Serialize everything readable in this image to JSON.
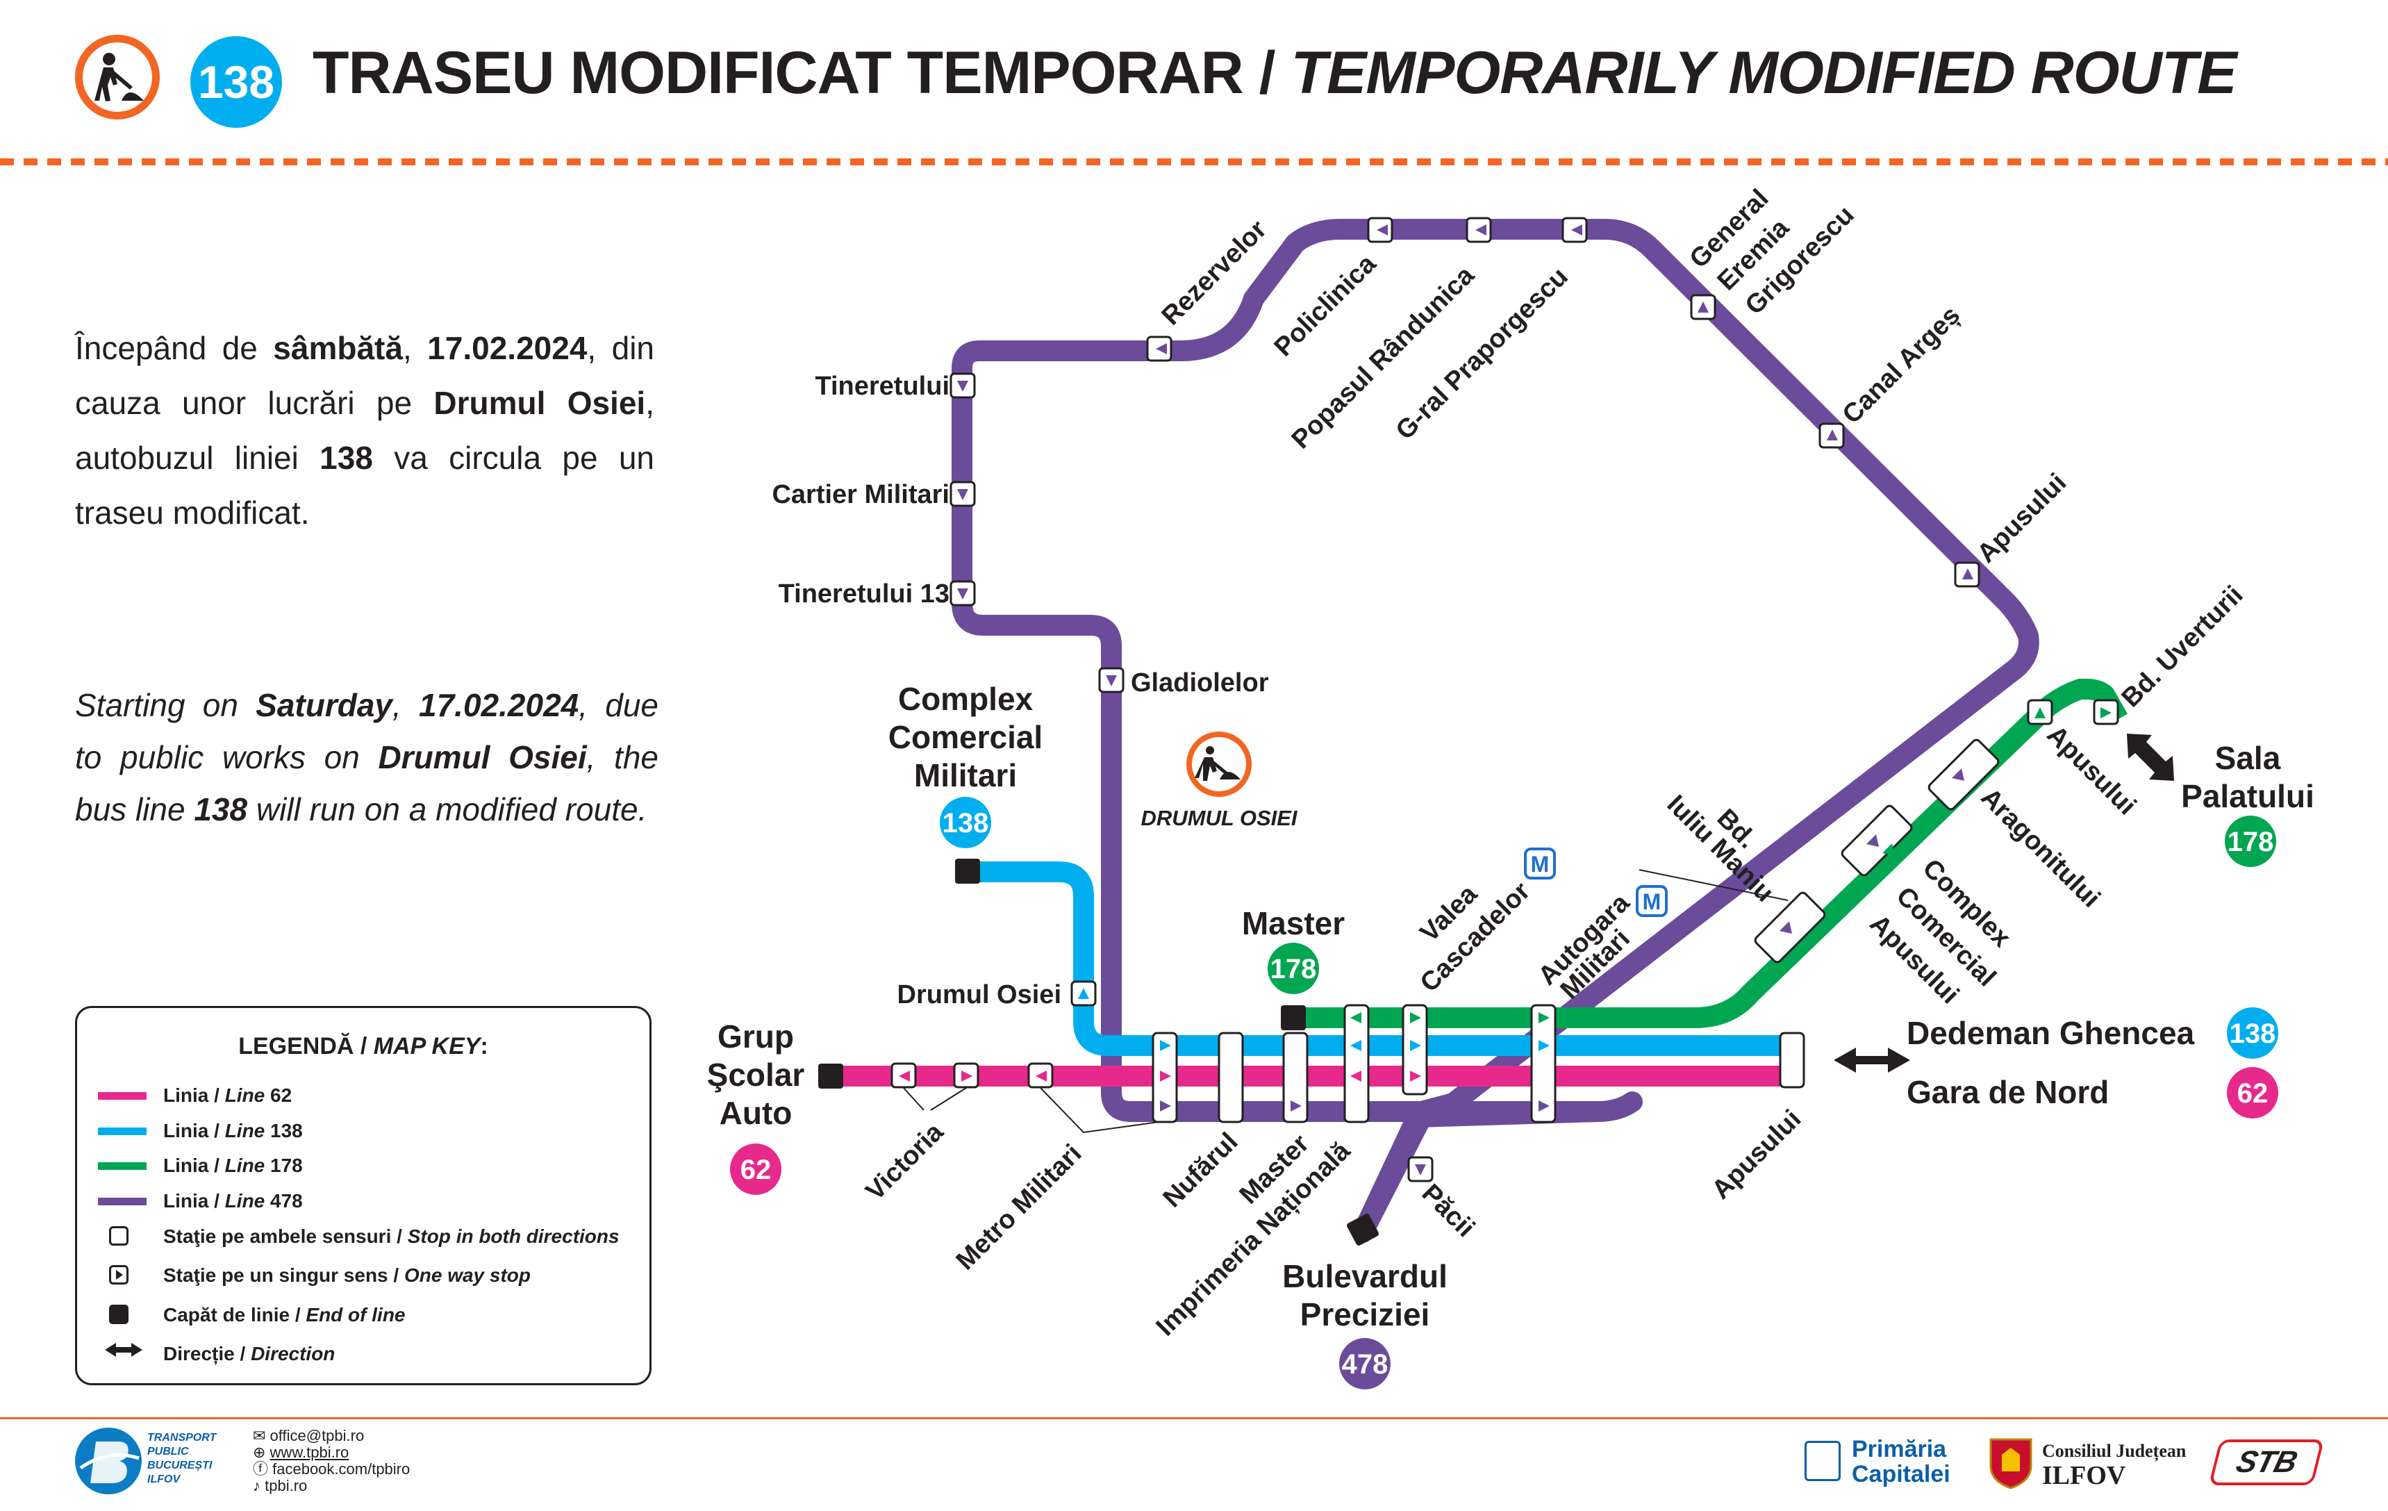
{
  "header": {
    "route_number": "138",
    "title_ro": "TRASEU MODIFICAT TEMPORAR / ",
    "title_en": "TEMPORARILY MODIFIED ROUTE"
  },
  "notice_ro": {
    "p1": "Începând de ",
    "b1": "sâmbătă",
    "p2": ", ",
    "b2": "17.02.2024",
    "p3": ", din cauza unor lucrări pe ",
    "b3": "Drumul Osiei",
    "p4": ", autobuzul liniei ",
    "b4": "138",
    "p5": " va circula pe un traseu modificat."
  },
  "notice_en": {
    "p1": "Starting on ",
    "b1": "Saturday",
    "p2": ", ",
    "b2": "17.02.2024",
    "p3": ", due to public works on ",
    "b3": "Drumul Osiei",
    "p4": ", the bus line ",
    "b4": "138",
    "p5": " will run on a modified route."
  },
  "colors": {
    "line62": "#e8298c",
    "line138": "#00aeef",
    "line178": "#00a651",
    "line478": "#6b4c9a",
    "accent_orange": "#f26522",
    "text": "#231f20"
  },
  "map": {
    "stops": {
      "rezervelor": "Rezervelor",
      "policlinica": "Policlinica",
      "popasul": "Popasul Rândunica",
      "graprop": "G-ral Praporgescu",
      "general_line1": "General",
      "general_line2": "Eremia",
      "general_line3": "Grigorescu",
      "canal": "Canal Argeș",
      "apusului_top": "Apusului",
      "tineretului": "Tineretului",
      "cartier": "Cartier Militari",
      "tineretului13": "Tineretului 13",
      "gladiolelor": "Gladiolelor",
      "drumul_osiei": "Drumul Osiei",
      "works_label": "DRUMUL OSIEI",
      "bd_uverturii": "Bd. Uverturii",
      "apusului_diag": "Apusului",
      "aragonitului": "Aragonitului",
      "complex_ap_1": "Complex",
      "complex_ap_2": "Comercial",
      "complex_ap_3": "Apusului",
      "bd_iuliu_1": "Bd.",
      "bd_iuliu_2": "Iuliu Maniu",
      "valea_1": "Valea",
      "valea_2": "Cascadelor",
      "autogara_1": "Autogara",
      "autogara_2": "Militari",
      "victoria": "Victoria",
      "metro_militari": "Metro Militari",
      "nufarul": "Nufărul",
      "master_stop": "Master",
      "imprimeria": "Imprimeria Națională",
      "pacii": "Păcii",
      "apusului_bottom": "Apusului"
    },
    "terminals": {
      "complex_1": "Complex",
      "complex_2": "Comercial",
      "complex_3": "Militari",
      "complex_line": "138",
      "master": "Master",
      "master_line": "178",
      "grup_1": "Grup",
      "grup_2": "Şcolar",
      "grup_3": "Auto",
      "grup_line": "62",
      "bulevardul_1": "Bulevardul",
      "bulevardul_2": "Preciziei",
      "bulevardul_line": "478",
      "dedeman": "Dedeman Ghencea",
      "dedeman_line": "138",
      "gara": "Gara de Nord",
      "gara_line": "62",
      "sala_1": "Sala",
      "sala_2": "Palatului",
      "sala_line": "178"
    },
    "metro_badge": "M"
  },
  "legend": {
    "title_ro": "LEGENDĂ / ",
    "title_en": "MAP KEY",
    "title_colon": ":",
    "items": [
      {
        "ro": "Linia / ",
        "en": "Line",
        "num": " 62"
      },
      {
        "ro": "Linia / ",
        "en": "Line",
        "num": " 138"
      },
      {
        "ro": "Linia / ",
        "en": "Line",
        "num": " 178"
      },
      {
        "ro": "Linia / ",
        "en": "Line",
        "num": " 478"
      }
    ],
    "symbols": [
      {
        "ro": "Staţie pe ambele sensuri / ",
        "en": "Stop in both directions"
      },
      {
        "ro": "Staţie pe un singur sens / ",
        "en": "One way stop"
      },
      {
        "ro": "Capăt de linie / ",
        "en": "End of line"
      },
      {
        "ro": "Direcție / ",
        "en": "Direction"
      }
    ]
  },
  "footer": {
    "tpbi_1": "TRANSPORT",
    "tpbi_2": "PUBLIC",
    "tpbi_3": "BUCUREȘTI",
    "tpbi_4": "ILFOV",
    "email": "office@tpbi.ro",
    "web": "www.tpbi.ro",
    "facebook": "facebook.com/tpbiro",
    "tiktok": "tpbi.ro",
    "primaria_1": "Primăria",
    "primaria_2": "Capitalei",
    "consiliul_1": "Consiliul Județean",
    "consiliul_2": "ILFOV",
    "stb": "STB"
  }
}
